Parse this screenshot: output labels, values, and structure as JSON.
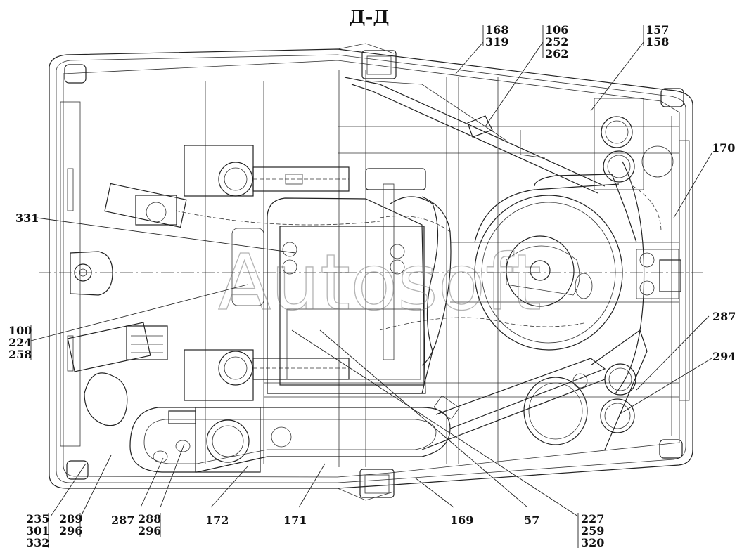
{
  "section_title": "Д-Д",
  "watermark": "Autosoft",
  "callouts": {
    "c168_319": [
      "168",
      "319"
    ],
    "c106_252_262": [
      "106",
      "252",
      "262"
    ],
    "c157_158": [
      "157",
      "158"
    ],
    "c170": "170",
    "c331": "331",
    "c100_224_258": [
      "100",
      "224",
      "258"
    ],
    "c287_right": "287",
    "c294": "294",
    "c235_301_332": [
      "235",
      "301",
      "332"
    ],
    "c289_296": [
      "289",
      "296"
    ],
    "c287_bottom": "287",
    "c288_296": [
      "288",
      "296"
    ],
    "c172": "172",
    "c171": "171",
    "c169": "169",
    "c57": "57",
    "c227_259_320": [
      "227",
      "259",
      "320"
    ]
  }
}
